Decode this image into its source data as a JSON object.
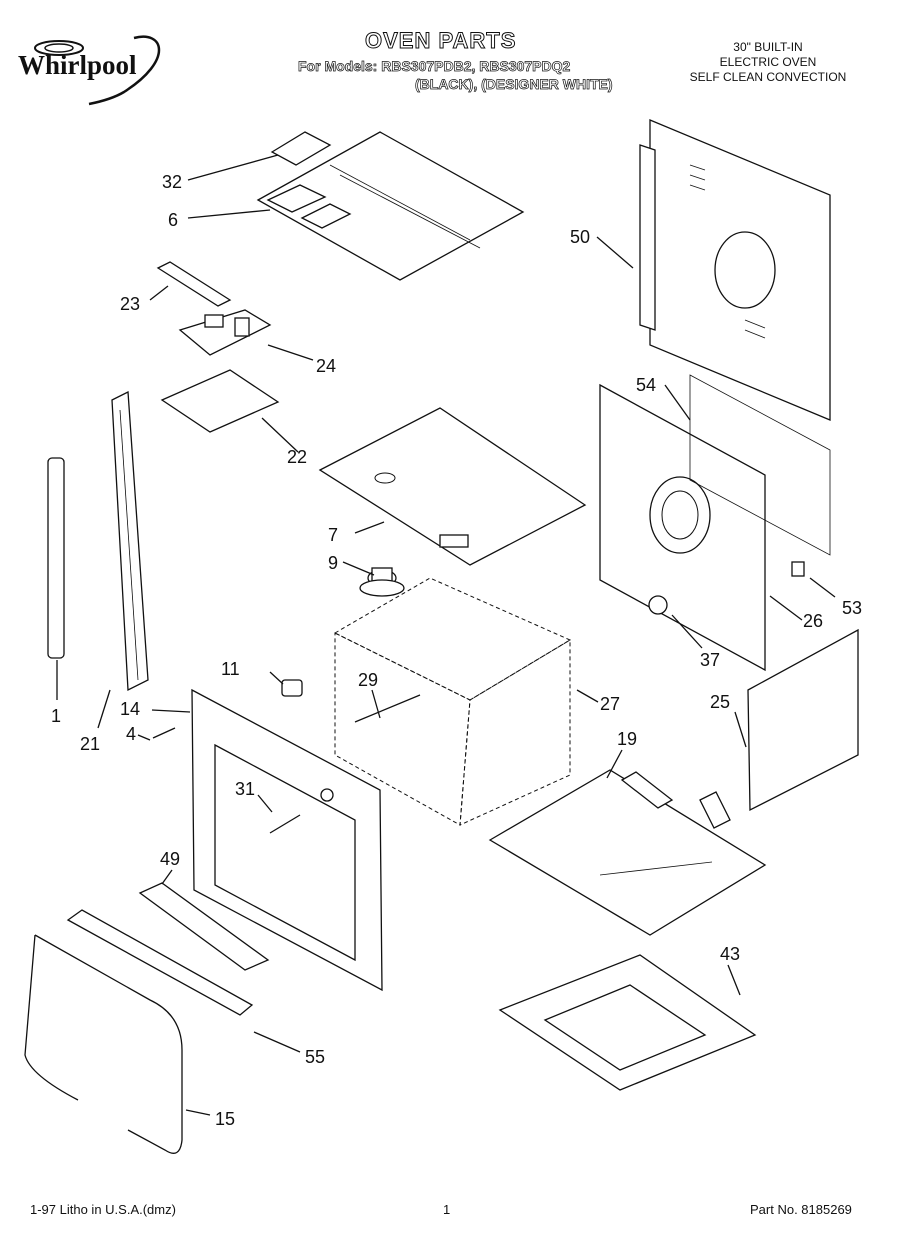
{
  "brand": "Whirlpool",
  "header": {
    "title": "OVEN PARTS",
    "models_line1": "For Models: RBS307PDB2, RBS307PDQ2",
    "models_line2": "(BLACK), (DESIGNER WHITE)",
    "desc_line1": "30\" BUILT-IN",
    "desc_line2": "ELECTRIC OVEN",
    "desc_line3": "SELF CLEAN CONVECTION"
  },
  "footer": {
    "left": "1-97 Litho in U.S.A.(dmz)",
    "center": "1",
    "right": "Part No. 8185269"
  },
  "callouts": [
    "32",
    "6",
    "50",
    "23",
    "24",
    "22",
    "54",
    "7",
    "9",
    "53",
    "26",
    "37",
    "11",
    "29",
    "27",
    "25",
    "14",
    "4",
    "21",
    "1",
    "19",
    "31",
    "49",
    "43",
    "55",
    "15"
  ]
}
